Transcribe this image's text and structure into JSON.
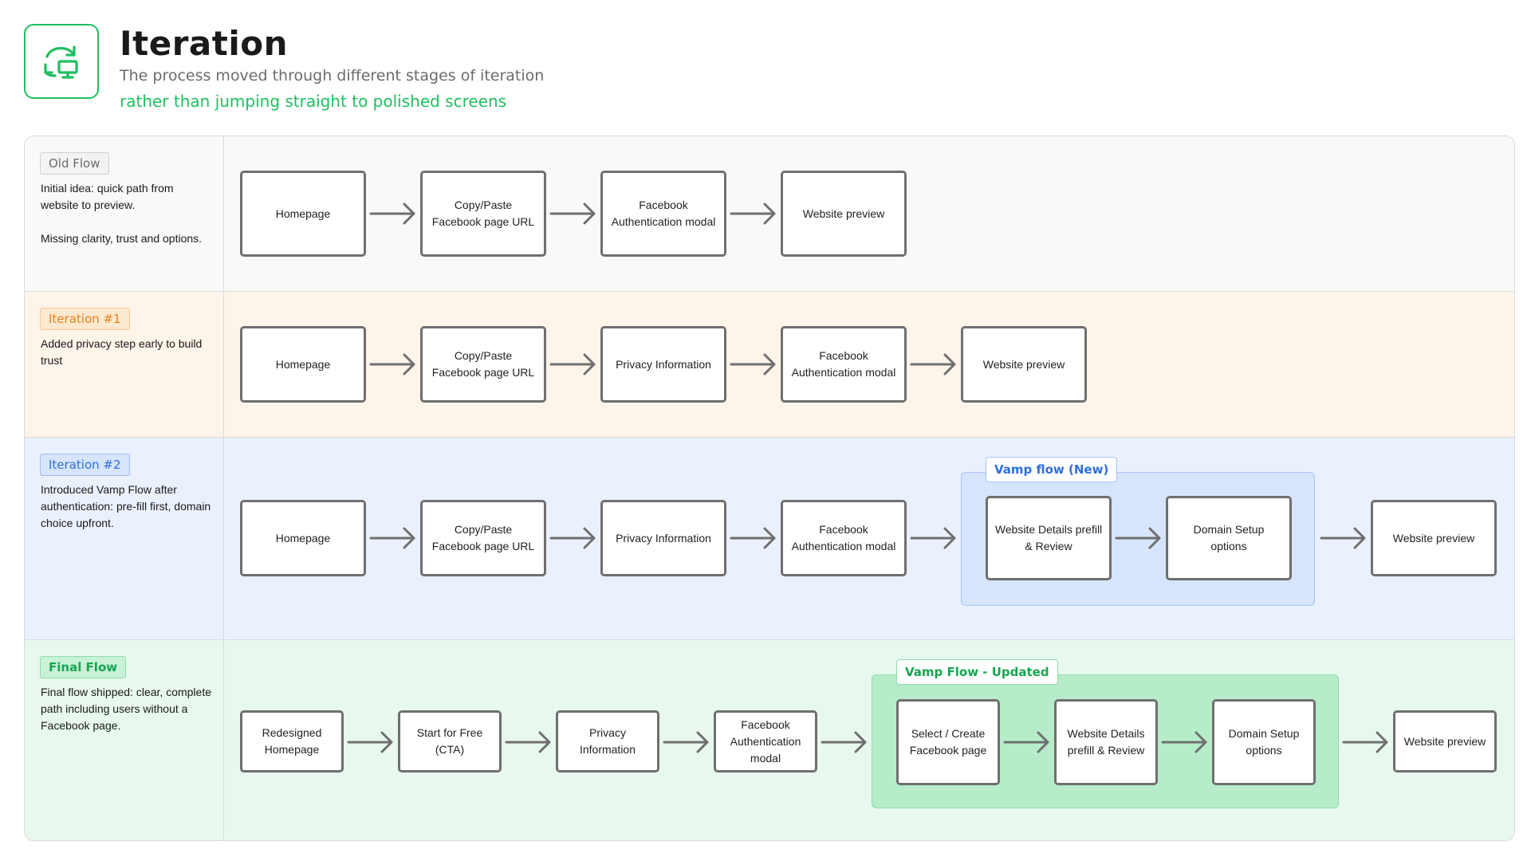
{
  "header": {
    "title": "Iteration",
    "subtitle": "The process moved through different stages of iteration",
    "subtitle_highlight": "rather than jumping straight to polished screens",
    "icon": "refresh-screen-icon"
  },
  "colors": {
    "accent_green": "#1fbf5f",
    "node_border": "#6f6f6f",
    "old_bg": "#f9f9f9",
    "iter1_bg": "#fdf4ea",
    "iter2_bg": "#eaf1fd",
    "final_bg": "#e8f8ee",
    "vamp_new_bg": "#d6e4fc",
    "vamp_updated_bg": "#b6ecca"
  },
  "rows": [
    {
      "tag": "Old Flow",
      "description": "Initial idea: quick path from website to preview.\n\nMissing clarity, trust and options.",
      "nodes": [
        "Homepage",
        "Copy/Paste Facebook page URL",
        "Facebook Authentication modal",
        "Website preview"
      ]
    },
    {
      "tag": "Iteration #1",
      "description": "Added privacy step early to build trust",
      "nodes": [
        "Homepage",
        "Copy/Paste Facebook page URL",
        "Privacy Information",
        "Facebook Authentication modal",
        "Website preview"
      ]
    },
    {
      "tag": "Iteration #2",
      "description": "Introduced Vamp Flow after authentication: pre-fill first, domain choice upfront.",
      "group_label": "Vamp flow (New)",
      "nodes": [
        "Homepage",
        "Copy/Paste Facebook page URL",
        "Privacy Information",
        "Facebook Authentication modal",
        "Website Details prefill & Review",
        "Domain Setup options",
        "Website preview"
      ]
    },
    {
      "tag": "Final Flow",
      "description": "Final flow shipped: clear, complete path including users without a Facebook page.",
      "group_label": "Vamp Flow - Updated",
      "nodes": [
        "Redesigned Homepage",
        "Start for Free (CTA)",
        "Privacy Information",
        "Facebook Authentication modal",
        "Select / Create Facebook page",
        "Website Details prefill & Review",
        "Domain Setup options",
        "Website preview"
      ]
    }
  ]
}
